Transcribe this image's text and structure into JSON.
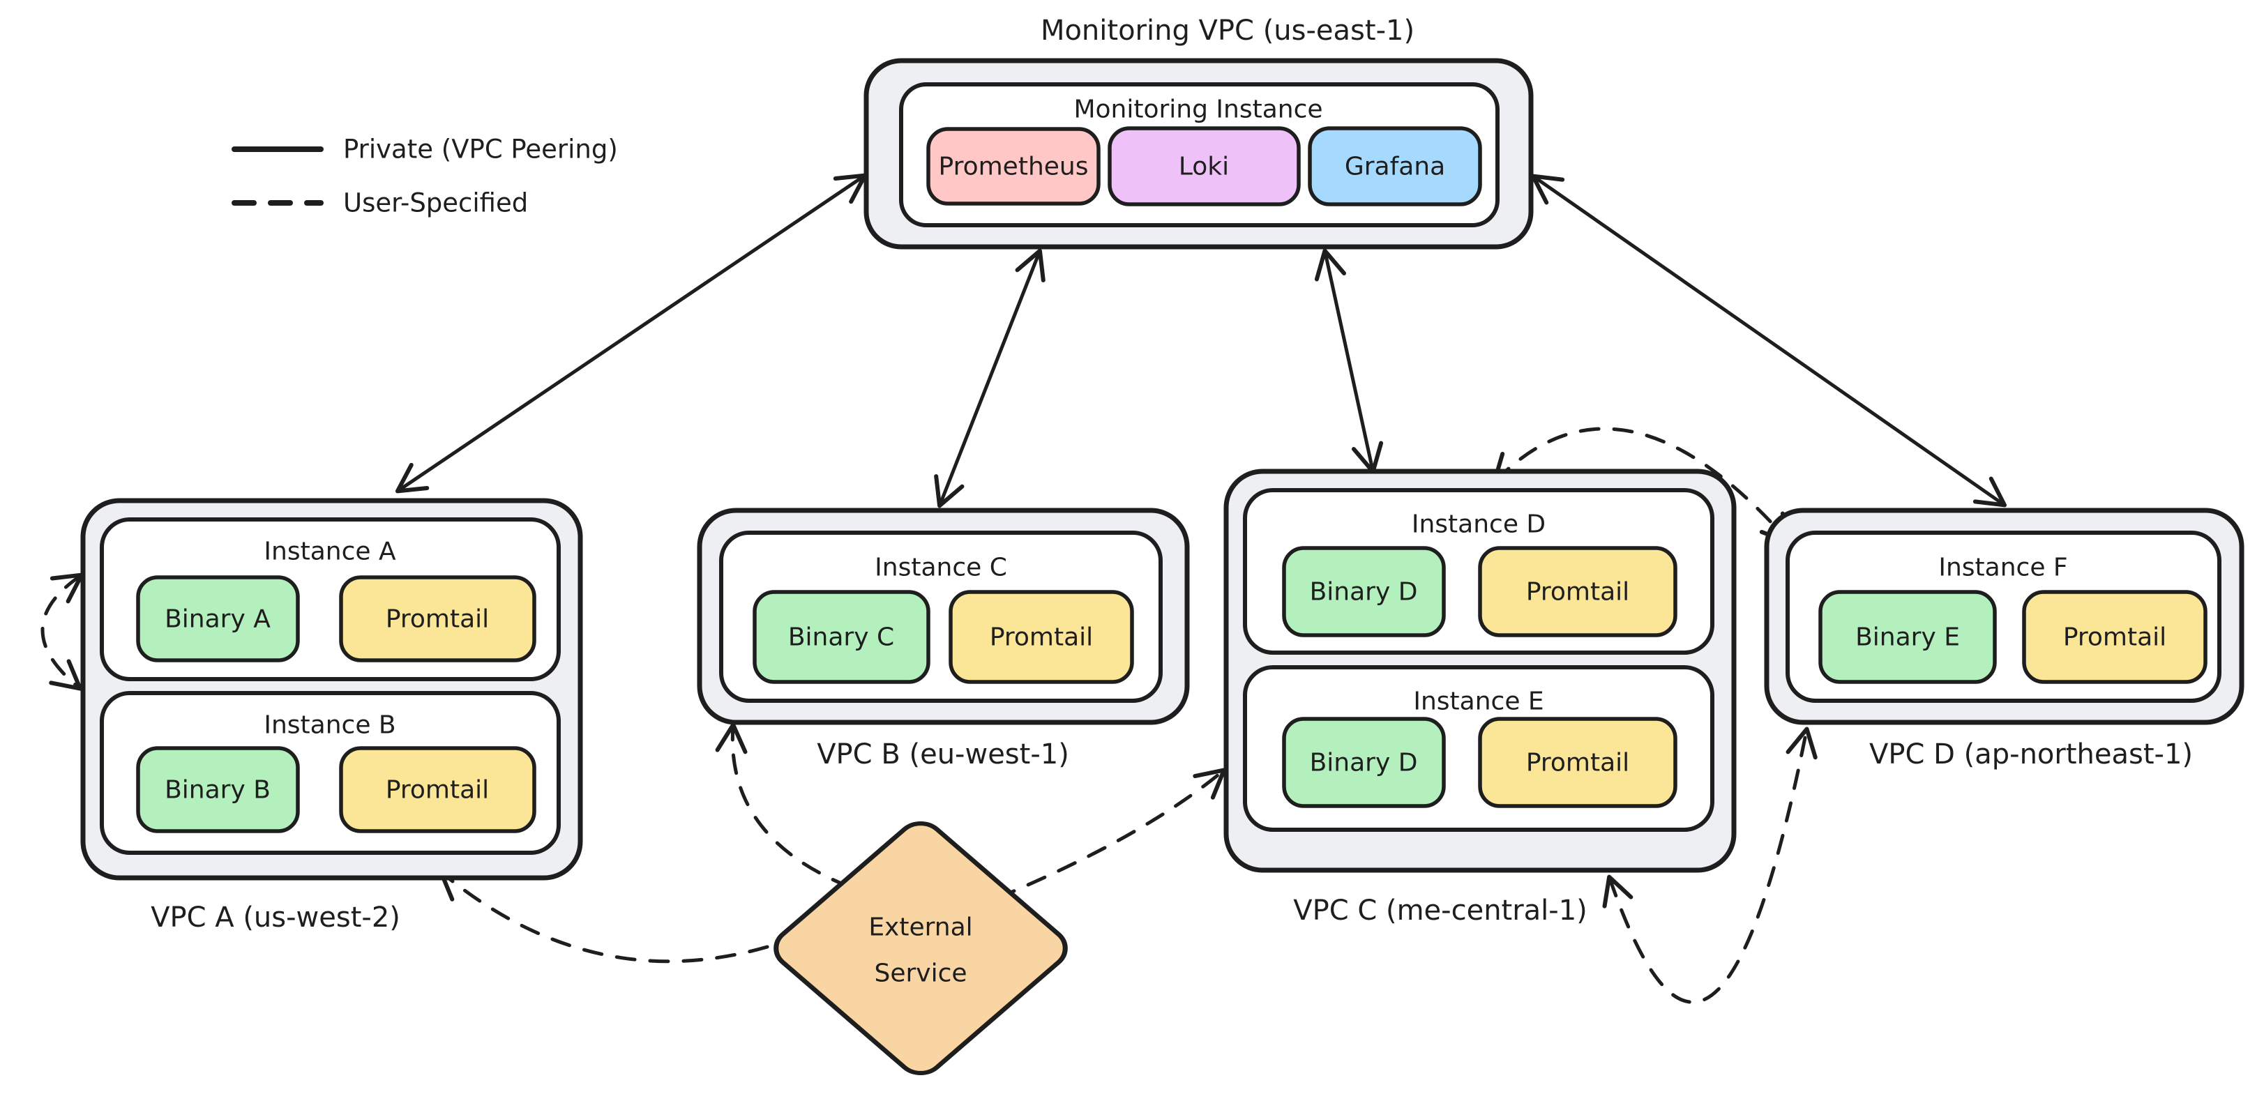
{
  "legend": {
    "private": "Private (VPC Peering)",
    "user_specified": "User-Specified"
  },
  "monitoring_vpc": {
    "title": "Monitoring VPC (us-east-1)",
    "instance": "Monitoring Instance",
    "services": [
      {
        "name": "Prometheus",
        "color": "#ffc8c6"
      },
      {
        "name": "Loki",
        "color": "#eec2f8"
      },
      {
        "name": "Grafana",
        "color": "#a5d9fd"
      }
    ]
  },
  "vpcs": [
    {
      "label": "VPC A (us-west-2)",
      "instances": [
        {
          "name": "Instance A",
          "binary": "Binary A",
          "agent": "Promtail"
        },
        {
          "name": "Instance B",
          "binary": "Binary B",
          "agent": "Promtail"
        }
      ]
    },
    {
      "label": "VPC B (eu-west-1)",
      "instances": [
        {
          "name": "Instance C",
          "binary": "Binary C",
          "agent": "Promtail"
        }
      ]
    },
    {
      "label": "VPC C (me-central-1)",
      "instances": [
        {
          "name": "Instance D",
          "binary": "Binary D",
          "agent": "Promtail"
        },
        {
          "name": "Instance E",
          "binary": "Binary D",
          "agent": "Promtail"
        }
      ]
    },
    {
      "label": "VPC D (ap-northeast-1)",
      "instances": [
        {
          "name": "Instance F",
          "binary": "Binary E",
          "agent": "Promtail"
        }
      ]
    }
  ],
  "external_service": {
    "line1": "External",
    "line2": "Service",
    "color": "#f8d5a3"
  },
  "colors": {
    "binary": "#b3f0bd",
    "promtail": "#fbe596",
    "container": "#edeff2",
    "instance_bg": "#ffffff",
    "stroke": "#1e1e1e"
  }
}
